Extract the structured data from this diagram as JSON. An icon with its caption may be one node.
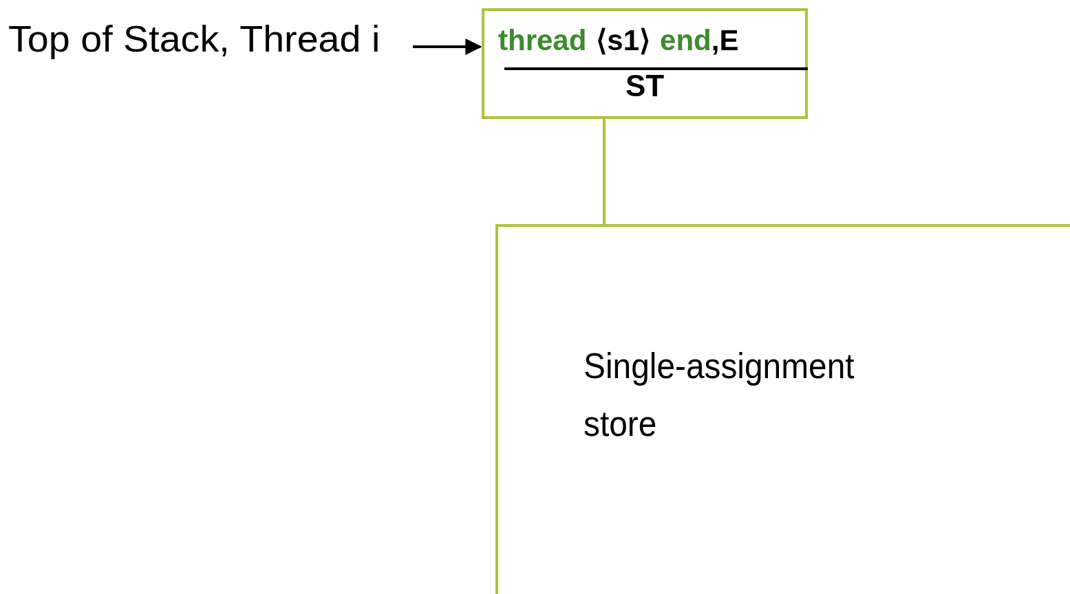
{
  "diagram": {
    "nodes": [
      {
        "text": [
          "Top of Stack, Thread i"
        ]
      },
      {
        "text": [
          "thread",
          "⟨s1⟩",
          "end",
          ",E",
          "ST"
        ]
      },
      {
        "text": [
          "Single-assignment store"
        ]
      }
    ],
    "edges": [
      {
        "from": 0,
        "to": 1,
        "arrow": "to"
      },
      {
        "from": 1,
        "to": 2,
        "arrow": "none",
        "color": "#afc23b"
      }
    ]
  }
}
